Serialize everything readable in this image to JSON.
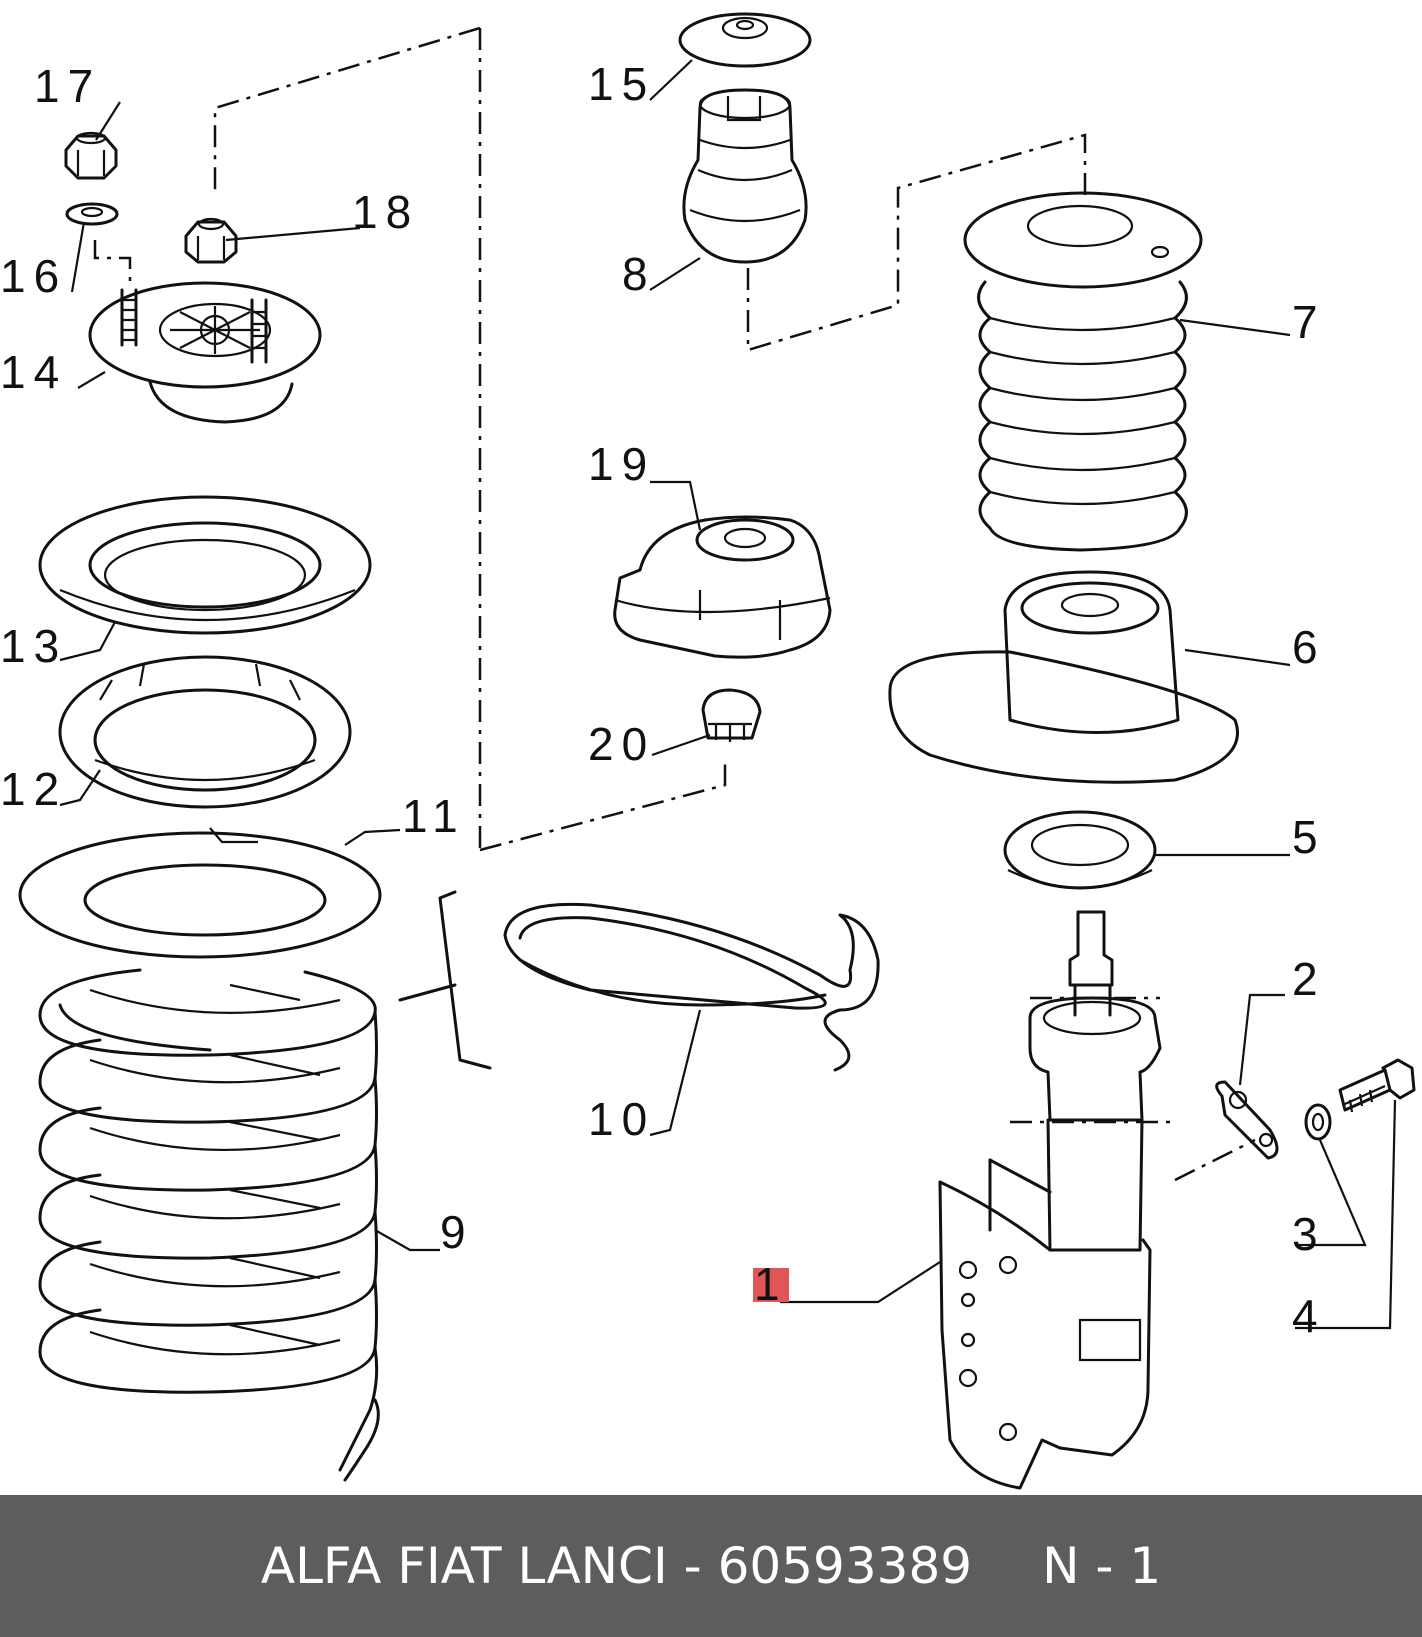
{
  "diagram": {
    "callouts": [
      "1",
      "2",
      "3",
      "4",
      "5",
      "6",
      "7",
      "8",
      "9",
      "10",
      "11",
      "12",
      "13",
      "14",
      "15",
      "16",
      "17",
      "18",
      "19",
      "20"
    ],
    "highlighted_callout": "1",
    "highlight_color": "#e05656"
  },
  "footer": {
    "brand": "ALFA FIAT LANCI",
    "separator": "-",
    "part_number": "60593389",
    "position": "N - 1",
    "background_color": "#5d5d5d"
  }
}
